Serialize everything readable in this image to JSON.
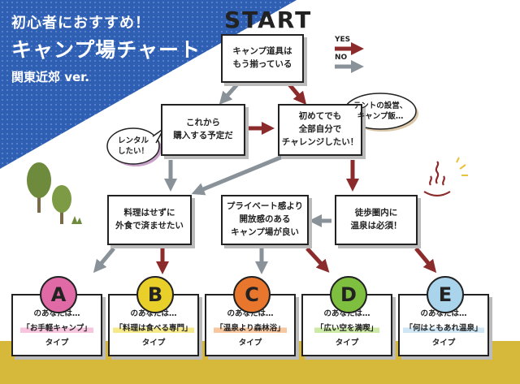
{
  "header": {
    "line1": "初心者におすすめ！",
    "line2": "キャンプ場チャート",
    "line3": "関東近郊 ver."
  },
  "start_label": "START",
  "legend": {
    "yes": "YES",
    "no": "NO"
  },
  "colors": {
    "yes_arrow": "#8b2b2b",
    "no_arrow": "#8a9299",
    "header_blue": "#2f5fb3",
    "ground": "#d6b83a"
  },
  "questions": {
    "q1": "キャンプ道具は\nもう揃っている",
    "q2": "これから\n購入する予定だ",
    "q3": "初めてでも\n全部自分で\nチャレンジしたい！",
    "q4": "料理はせずに\n外食で済ませたい",
    "q5": "プライベート感より\n開放感のある\nキャンプ場が良い",
    "q6": "徒歩圏内に\n温泉は必須！"
  },
  "bubbles": {
    "rental": "レンタル\nしたい！",
    "tent": "テントの設営、\nキャンプ飯…"
  },
  "results": [
    {
      "letter": "A",
      "prefix": "のあなたは…",
      "name": "「お手軽キャンプ」",
      "suffix": "タイプ",
      "color": "#e06aa6",
      "hl": "#f7c6de"
    },
    {
      "letter": "B",
      "prefix": "のあなたは…",
      "name": "「料理は食べる専門」",
      "suffix": "タイプ",
      "color": "#e9cf2a",
      "hl": "#f6e98a"
    },
    {
      "letter": "C",
      "prefix": "のあなたは…",
      "name": "「温泉より森林浴」",
      "suffix": "タイプ",
      "color": "#e8762d",
      "hl": "#f7c79f"
    },
    {
      "letter": "D",
      "prefix": "のあなたは…",
      "name": "「広い空を満喫」",
      "suffix": "タイプ",
      "color": "#7fbf3f",
      "hl": "#cde9a6"
    },
    {
      "letter": "E",
      "prefix": "のあなたは…",
      "name": "「何はともあれ温泉」",
      "suffix": "タイプ",
      "color": "#a9d4ec",
      "hl": "#cfe7f5"
    }
  ]
}
